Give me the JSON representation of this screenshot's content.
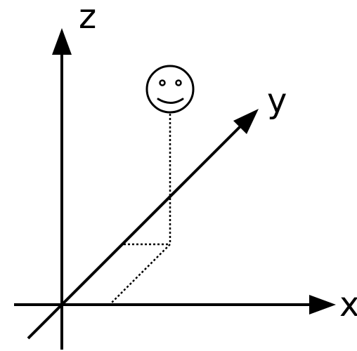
{
  "axes": {
    "x_label": "x",
    "y_label": "y",
    "z_label": "z"
  },
  "figure": {
    "icon": "smiley-face-icon",
    "projection_style": "dotted"
  },
  "colors": {
    "ink": "#000000",
    "background": "#ffffff"
  }
}
